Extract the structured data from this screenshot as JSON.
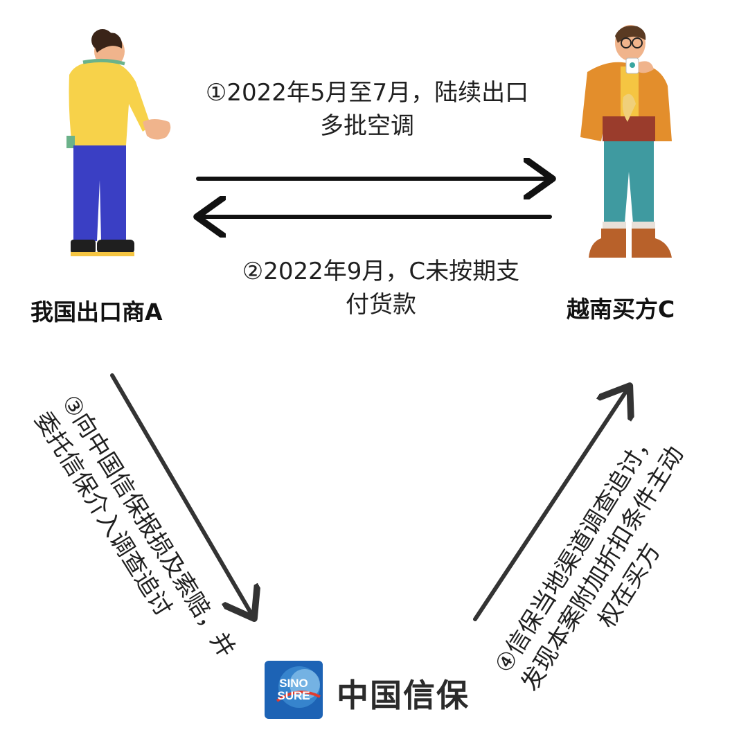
{
  "parties": {
    "exporter": "我国出口商A",
    "buyer": "越南买方C"
  },
  "steps": {
    "step1": {
      "lines": [
        "①2022年5月至7月，陆续出口",
        "多批空调"
      ]
    },
    "step2": {
      "lines": [
        "②2022年9月，C未按期支",
        "付货款"
      ]
    },
    "step3": {
      "lines": [
        "③向中国信保报损及索赔，并",
        "委托信保介入调查追讨"
      ]
    },
    "step4": {
      "lines": [
        "④信保当地渠道调查追讨，",
        "发现本案附加折扣条件主动",
        "权在买方"
      ]
    }
  },
  "brand": {
    "logo_text_line1": "SINO",
    "logo_text_line2": "SURE",
    "name": "中国信保",
    "logo_color": "#1d63b5"
  },
  "icons": {
    "exporter": "person-yellow-sweater-icon",
    "buyer": "person-orange-jacket-icon"
  }
}
